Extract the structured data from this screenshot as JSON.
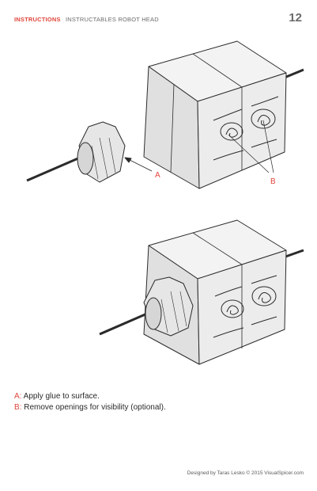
{
  "header": {
    "kicker": "INSTRUCTIONS",
    "subtitle": "INSTRUCTABLES ROBOT HEAD",
    "page_number": "12"
  },
  "callouts": {
    "a": "A",
    "b": "B"
  },
  "notes": [
    {
      "letter": "A:",
      "text": " Apply glue to surface."
    },
    {
      "letter": "B:",
      "text": " Remove openings for visibility (optional)."
    }
  ],
  "footer": {
    "credit": "Designed by Taras Lesko © 2015 VisualSpicer.com"
  },
  "colors": {
    "accent": "#e0463c",
    "outline": "#2b2b2b",
    "face_light": "#ececec",
    "face_mid": "#dcdcdc",
    "face_top": "#f3f3f3"
  }
}
